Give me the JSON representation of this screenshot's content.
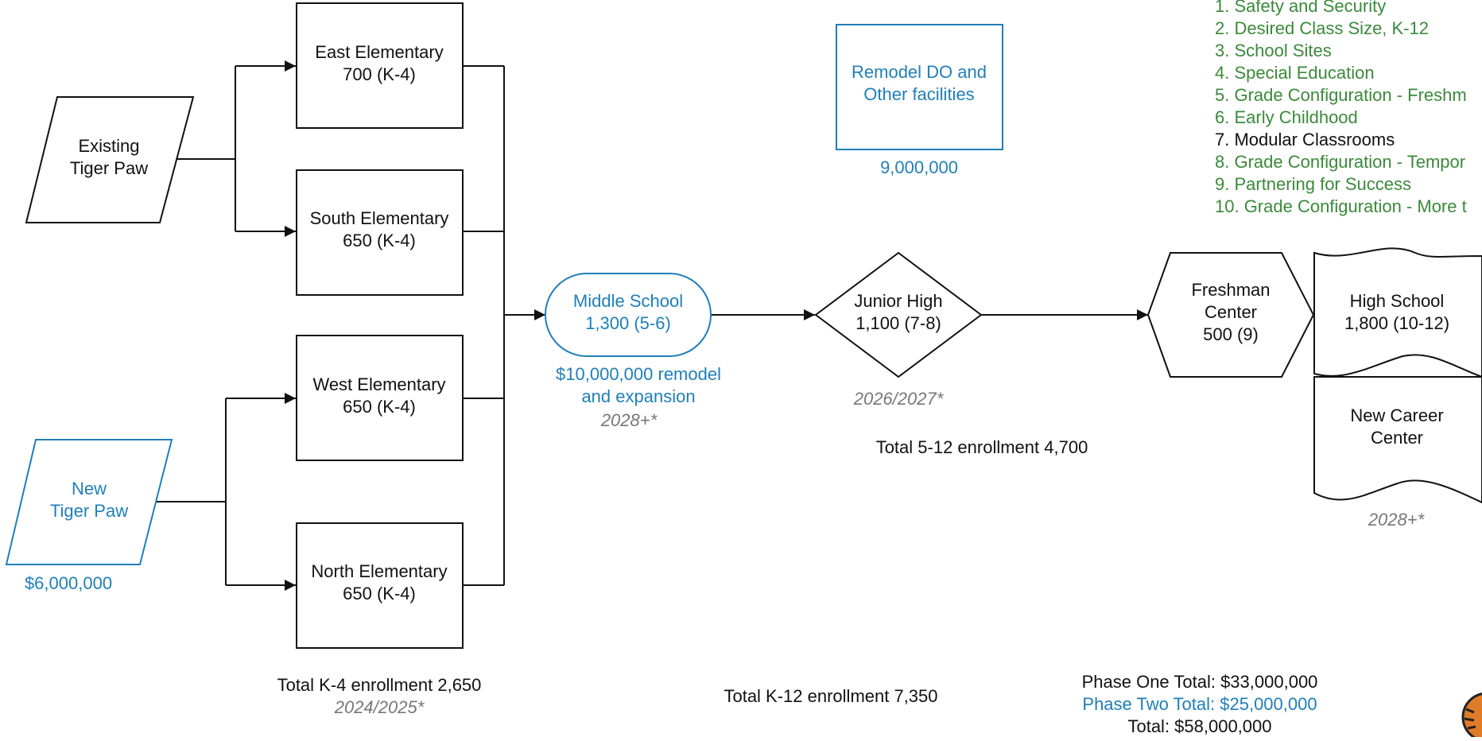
{
  "colors": {
    "stroke": "#111111",
    "blue": "#1f7fb8",
    "green": "#3a8a3a",
    "gray": "#777777"
  },
  "nodes": {
    "existing_tiger_paw": {
      "line1": "Existing",
      "line2": "Tiger Paw"
    },
    "new_tiger_paw": {
      "line1": "New",
      "line2": "Tiger Paw",
      "cost": "$6,000,000"
    },
    "east": {
      "name": "East Elementary",
      "enrollment": "700 (K-4)"
    },
    "south": {
      "name": "South Elementary",
      "enrollment": "650 (K-4)"
    },
    "west": {
      "name": "West Elementary",
      "enrollment": "650 (K-4)"
    },
    "north": {
      "name": "North Elementary",
      "enrollment": "650 (K-4)"
    },
    "middle": {
      "name": "Middle School",
      "enrollment": "1,300 (5-6)",
      "cost_line1": "$10,000,000 remodel",
      "cost_line2": "and expansion",
      "year": "2028+*"
    },
    "remodel_do": {
      "line1": "Remodel DO and",
      "line2": "Other facilities",
      "cost": "9,000,000"
    },
    "junior_high": {
      "name": "Junior High",
      "enrollment": "1,100  (7-8)",
      "year": "2026/2027*"
    },
    "freshman": {
      "line1": "Freshman",
      "line2": "Center",
      "line3": "500 (9)"
    },
    "high_school": {
      "name": "High School",
      "enrollment": "1,800 (10-12)"
    },
    "career": {
      "line1": "New Career",
      "line2": "Center",
      "year": "2028+*"
    }
  },
  "totals": {
    "k4": "Total K-4 enrollment 2,650",
    "k4_year": "2024/2025*",
    "k12": "Total K-12 enrollment  7,350",
    "g512": "Total 5-12 enrollment 4,700",
    "phase_one": "Phase One Total: $33,000,000",
    "phase_two": "Phase Two Total: $25,000,000",
    "grand": "Total: $58,000,000"
  },
  "priority_list": [
    {
      "text": "1. Safety and Security",
      "color": "green"
    },
    {
      "text": "2. Desired Class Size, K-12",
      "color": "green"
    },
    {
      "text": "3. School Sites",
      "color": "green"
    },
    {
      "text": "4. Special Education",
      "color": "green"
    },
    {
      "text": "5. Grade Configuration - Freshm",
      "color": "green"
    },
    {
      "text": "6. Early Childhood",
      "color": "green"
    },
    {
      "text": "7. Modular Classrooms",
      "color": "black"
    },
    {
      "text": "8. Grade Configuration - Tempor",
      "color": "green"
    },
    {
      "text": "9. Partnering for Success",
      "color": "green"
    },
    {
      "text": "10. Grade Configuration - More t",
      "color": "green"
    }
  ]
}
